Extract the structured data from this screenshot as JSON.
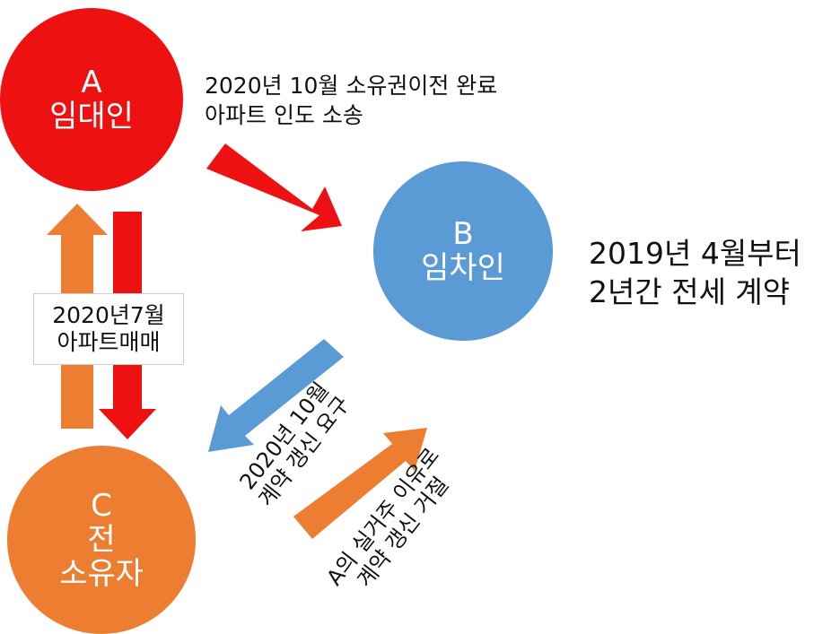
{
  "nodes": {
    "a": {
      "letter": "A",
      "label": "임대인",
      "color": "#ee1111"
    },
    "b": {
      "letter": "B",
      "label": "임차인",
      "color": "#5b9bd5"
    },
    "c": {
      "letter": "C",
      "line1": "전",
      "line2": "소유자",
      "color": "#ed7d31"
    }
  },
  "notes": {
    "transfer": {
      "line1": "2020년 10월 소유권이전 완료",
      "line2": "아파트 인도 소송"
    },
    "contract": {
      "line1": "2019년 4월부터",
      "line2": "2년간 전세 계약"
    },
    "sale": {
      "line1": "2020년7월",
      "line2": "아파트매매"
    },
    "renewal": {
      "line1": "2020년 10월",
      "line2": "계약 갱신 요구"
    },
    "refusal": {
      "line1": "A의 실거주 이유로",
      "line2": "계약 갱신 거절"
    }
  },
  "colors": {
    "red": "#ee1111",
    "blue": "#5b9bd5",
    "orange": "#ed7d31"
  }
}
